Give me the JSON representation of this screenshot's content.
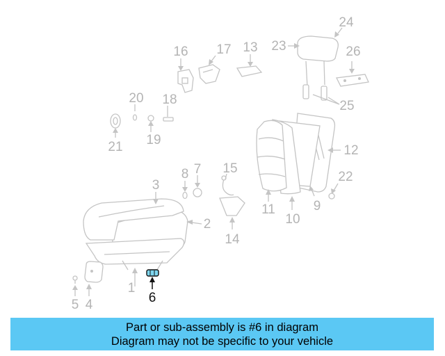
{
  "diagram": {
    "callouts": [
      "1",
      "2",
      "3",
      "4",
      "5",
      "6",
      "7",
      "8",
      "9",
      "10",
      "11",
      "12",
      "13",
      "14",
      "15",
      "16",
      "17",
      "18",
      "19",
      "20",
      "21",
      "22",
      "23",
      "24",
      "25",
      "26"
    ],
    "highlighted": "6",
    "colors": {
      "highlight_fill": "#7fd6ef",
      "muted": "#c4c4c4",
      "label_muted": "#b4b4b4",
      "highlight_label": "#111111"
    }
  },
  "banner": {
    "line1": "Part or sub-assembly is #6 in diagram",
    "line2": "Diagram may not be specific to your vehicle",
    "color": "#5bc8f4"
  }
}
